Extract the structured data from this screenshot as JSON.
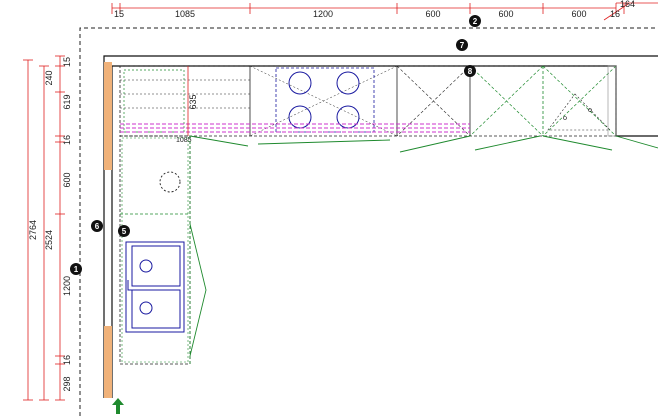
{
  "colors": {
    "dimension": "#e02020",
    "outline": "#111111",
    "cabinet": "#222222",
    "appliance": "#1a1aa0",
    "green": "#1f8a2e",
    "magenta": "#cc33cc",
    "wall_end": "#f0b27a",
    "marker": "#111111"
  },
  "top_dimensions": {
    "segments": [
      "15",
      "1085",
      "1200",
      "600",
      "600",
      "600",
      "16"
    ],
    "extra": "164"
  },
  "left_dimensions": {
    "overall": "2764",
    "inner": "2524",
    "segments": [
      "15",
      "240",
      "619",
      "16",
      "600",
      "1200",
      "16",
      "298"
    ]
  },
  "depth_dimension": "635",
  "corner_label": "1085",
  "markers": [
    "1",
    "2",
    "5",
    "6",
    "7",
    "8"
  ],
  "entrance_icon": "entrance-arrow-icon"
}
